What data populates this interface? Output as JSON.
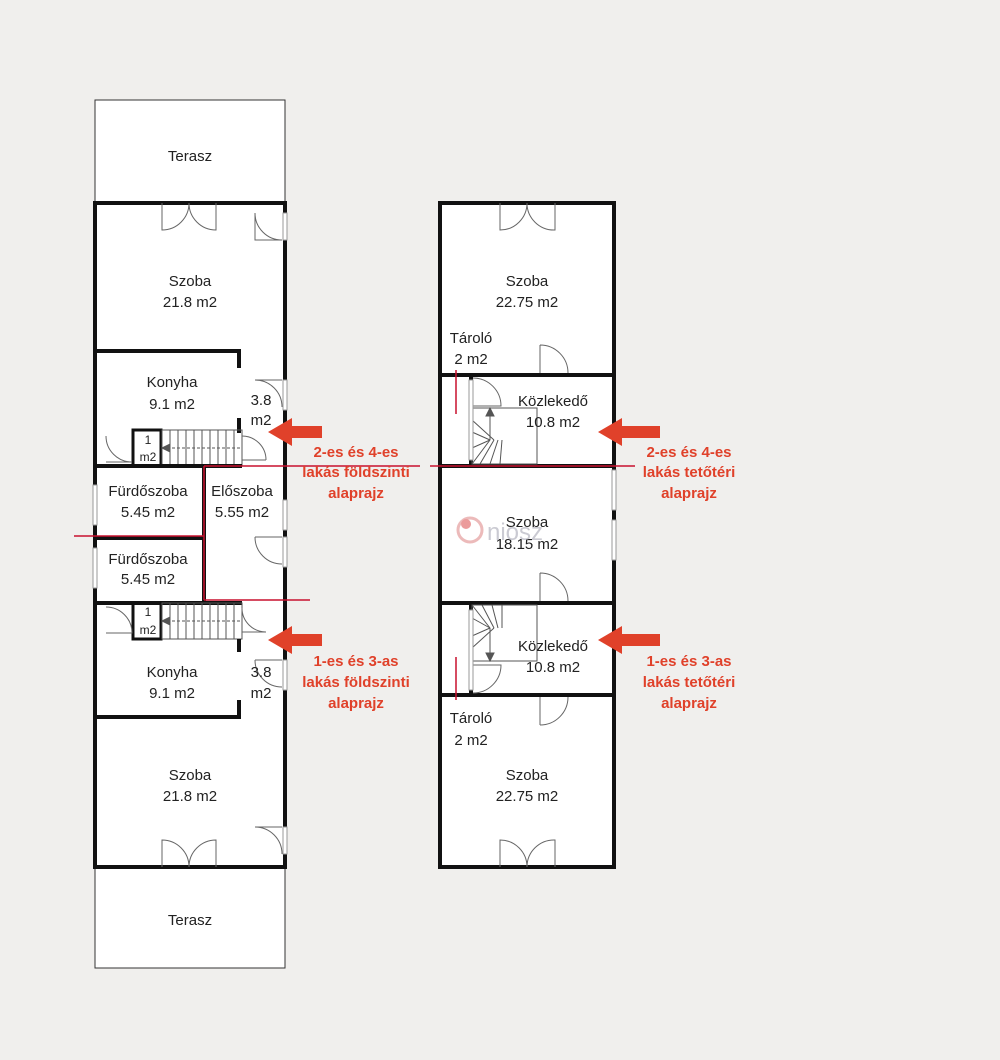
{
  "ground_floor": {
    "terrace_top": "Terasz",
    "room_top": {
      "name": "Szoba",
      "area": "21.8 m2"
    },
    "kitchen_top": {
      "name": "Konyha",
      "area": "9.1 m2"
    },
    "hall_top": {
      "line1": "3.8",
      "line2": "m2"
    },
    "closet_top": {
      "line1": "1",
      "line2": "m2"
    },
    "bath_top": {
      "name": "Fürdőszoba",
      "area": "5.45 m2"
    },
    "entrance": {
      "name": "Előszoba",
      "area": "5.55 m2"
    },
    "bath_bottom": {
      "name": "Fürdőszoba",
      "area": "5.45 m2"
    },
    "closet_bottom": {
      "line1": "1",
      "line2": "m2"
    },
    "kitchen_bottom": {
      "name": "Konyha",
      "area": "9.1 m2"
    },
    "hall_bottom": {
      "line1": "3.8",
      "line2": "m2"
    },
    "room_bottom": {
      "name": "Szoba",
      "area": "21.8 m2"
    },
    "terrace_bottom": "Terasz"
  },
  "attic_floor": {
    "room_top": {
      "name": "Szoba",
      "area": "22.75 m2"
    },
    "storage_top": {
      "name": "Tároló",
      "area": "2 m2"
    },
    "corridor_top": {
      "name": "Közlekedő",
      "area": "10.8 m2"
    },
    "room_middle": {
      "name": "Szoba",
      "area": "18.15 m2"
    },
    "corridor_bottom": {
      "name": "Közlekedő",
      "area": "10.8 m2"
    },
    "storage_bottom": {
      "name": "Tároló",
      "area": "2 m2"
    },
    "room_bottom": {
      "name": "Szoba",
      "area": "22.75 m2"
    }
  },
  "annotations": {
    "ground_24": [
      "2-es és 4-es",
      "lakás földszinti",
      "alaprajz"
    ],
    "ground_13": [
      "1-es és 3-as",
      "lakás földszinti",
      "alaprajz"
    ],
    "attic_24": [
      "2-es és 4-es",
      "lakás tetőtéri",
      "alaprajz"
    ],
    "attic_13": [
      "1-es és 3-as",
      "lakás tetőtéri",
      "alaprajz"
    ]
  },
  "watermark": "niosz",
  "colors": {
    "background": "#f0efed",
    "arrow": "#e0412a",
    "divider": "#c8102e",
    "wall": "#111111"
  }
}
